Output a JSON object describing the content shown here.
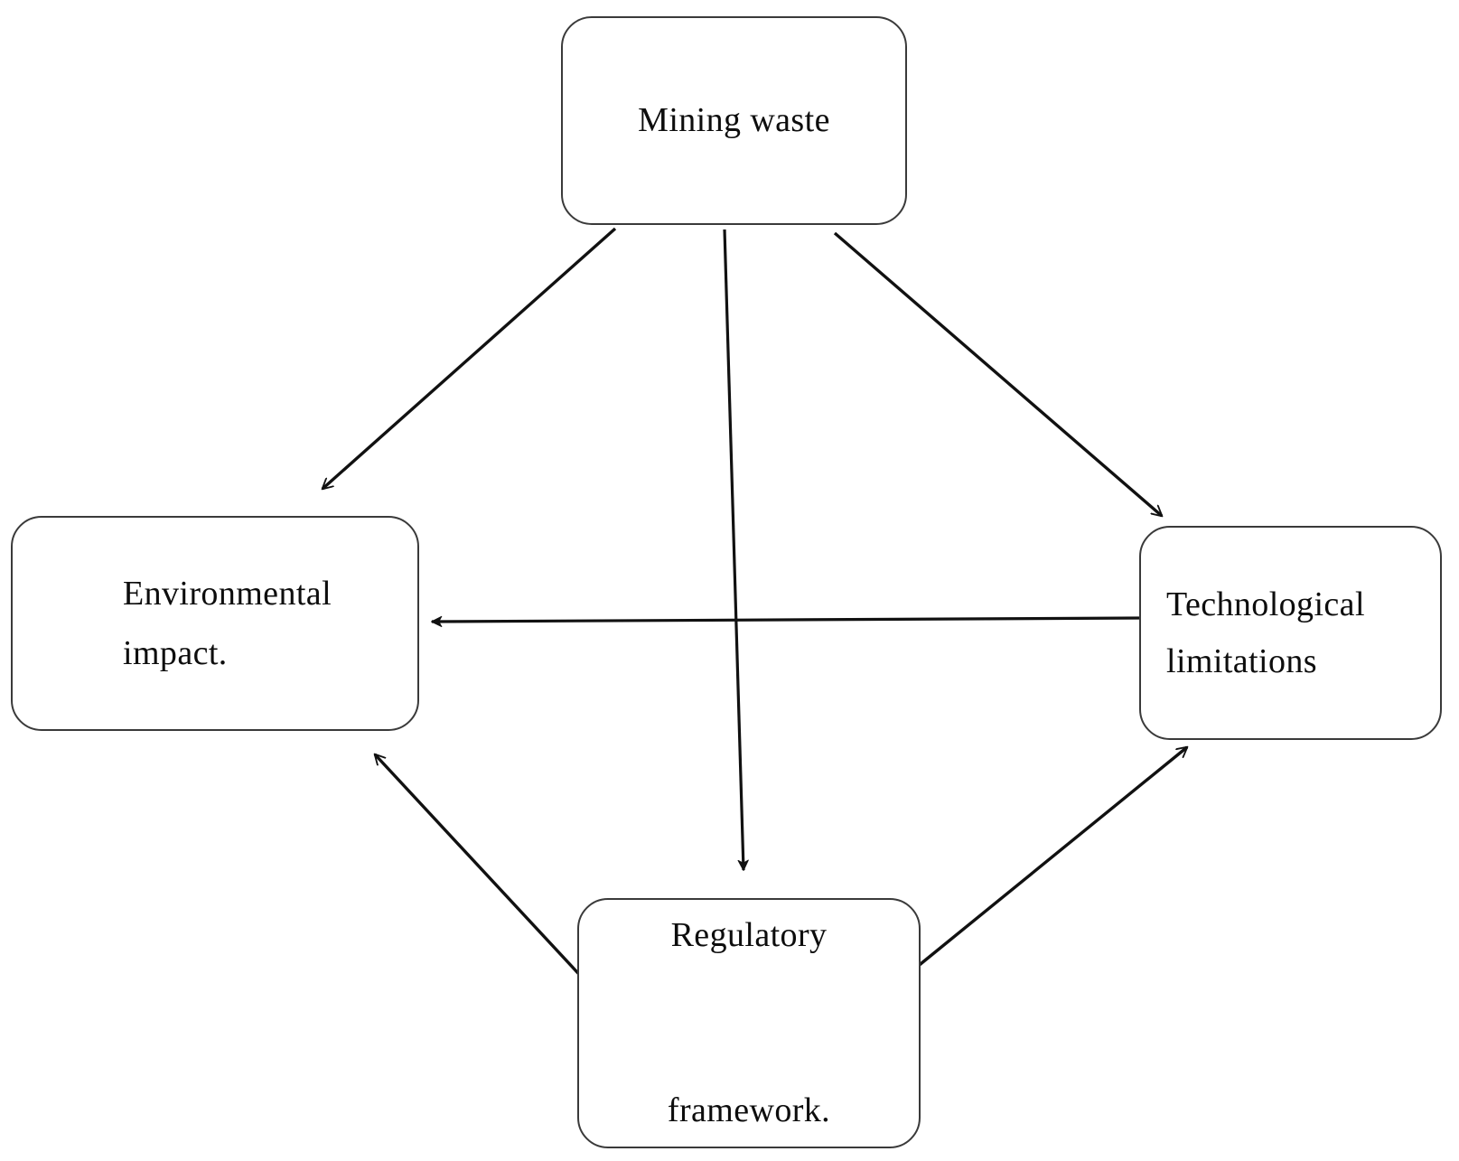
{
  "diagram": {
    "type": "relationship-flow-diagram",
    "background_color": "#ffffff",
    "node_border_color": "#3a3a3a",
    "edge_color": "#111111",
    "text_color": "#0d0d0d",
    "nodes": [
      {
        "id": "mining-waste",
        "label": "Mining waste",
        "position": "top"
      },
      {
        "id": "environmental-impact",
        "label": "Environmental\nimpact.",
        "position": "left"
      },
      {
        "id": "technological-limitations",
        "label": "Technological\nlimitations",
        "position": "right"
      },
      {
        "id": "regulatory-framework",
        "label": "Regulatory\n\nframework.",
        "position": "bottom"
      }
    ],
    "edges": [
      {
        "id": "mining-waste-to-environmental-impact",
        "from": "mining-waste",
        "to": "environmental-impact",
        "arrowhead": "end"
      },
      {
        "id": "mining-waste-to-regulatory-framework",
        "from": "mining-waste",
        "to": "regulatory-framework",
        "arrowhead": "end"
      },
      {
        "id": "mining-waste-to-technological-limitations",
        "from": "mining-waste",
        "to": "technological-limitations",
        "arrowhead": "end"
      },
      {
        "id": "technological-limitations-to-environmental-impact",
        "from": "technological-limitations",
        "to": "environmental-impact",
        "arrowhead": "end"
      },
      {
        "id": "regulatory-framework-to-environmental-impact",
        "from": "regulatory-framework",
        "to": "environmental-impact",
        "arrowhead": "end"
      },
      {
        "id": "regulatory-framework-to-technological-limitations",
        "from": "regulatory-framework",
        "to": "technological-limitations",
        "arrowhead": "end"
      }
    ]
  }
}
